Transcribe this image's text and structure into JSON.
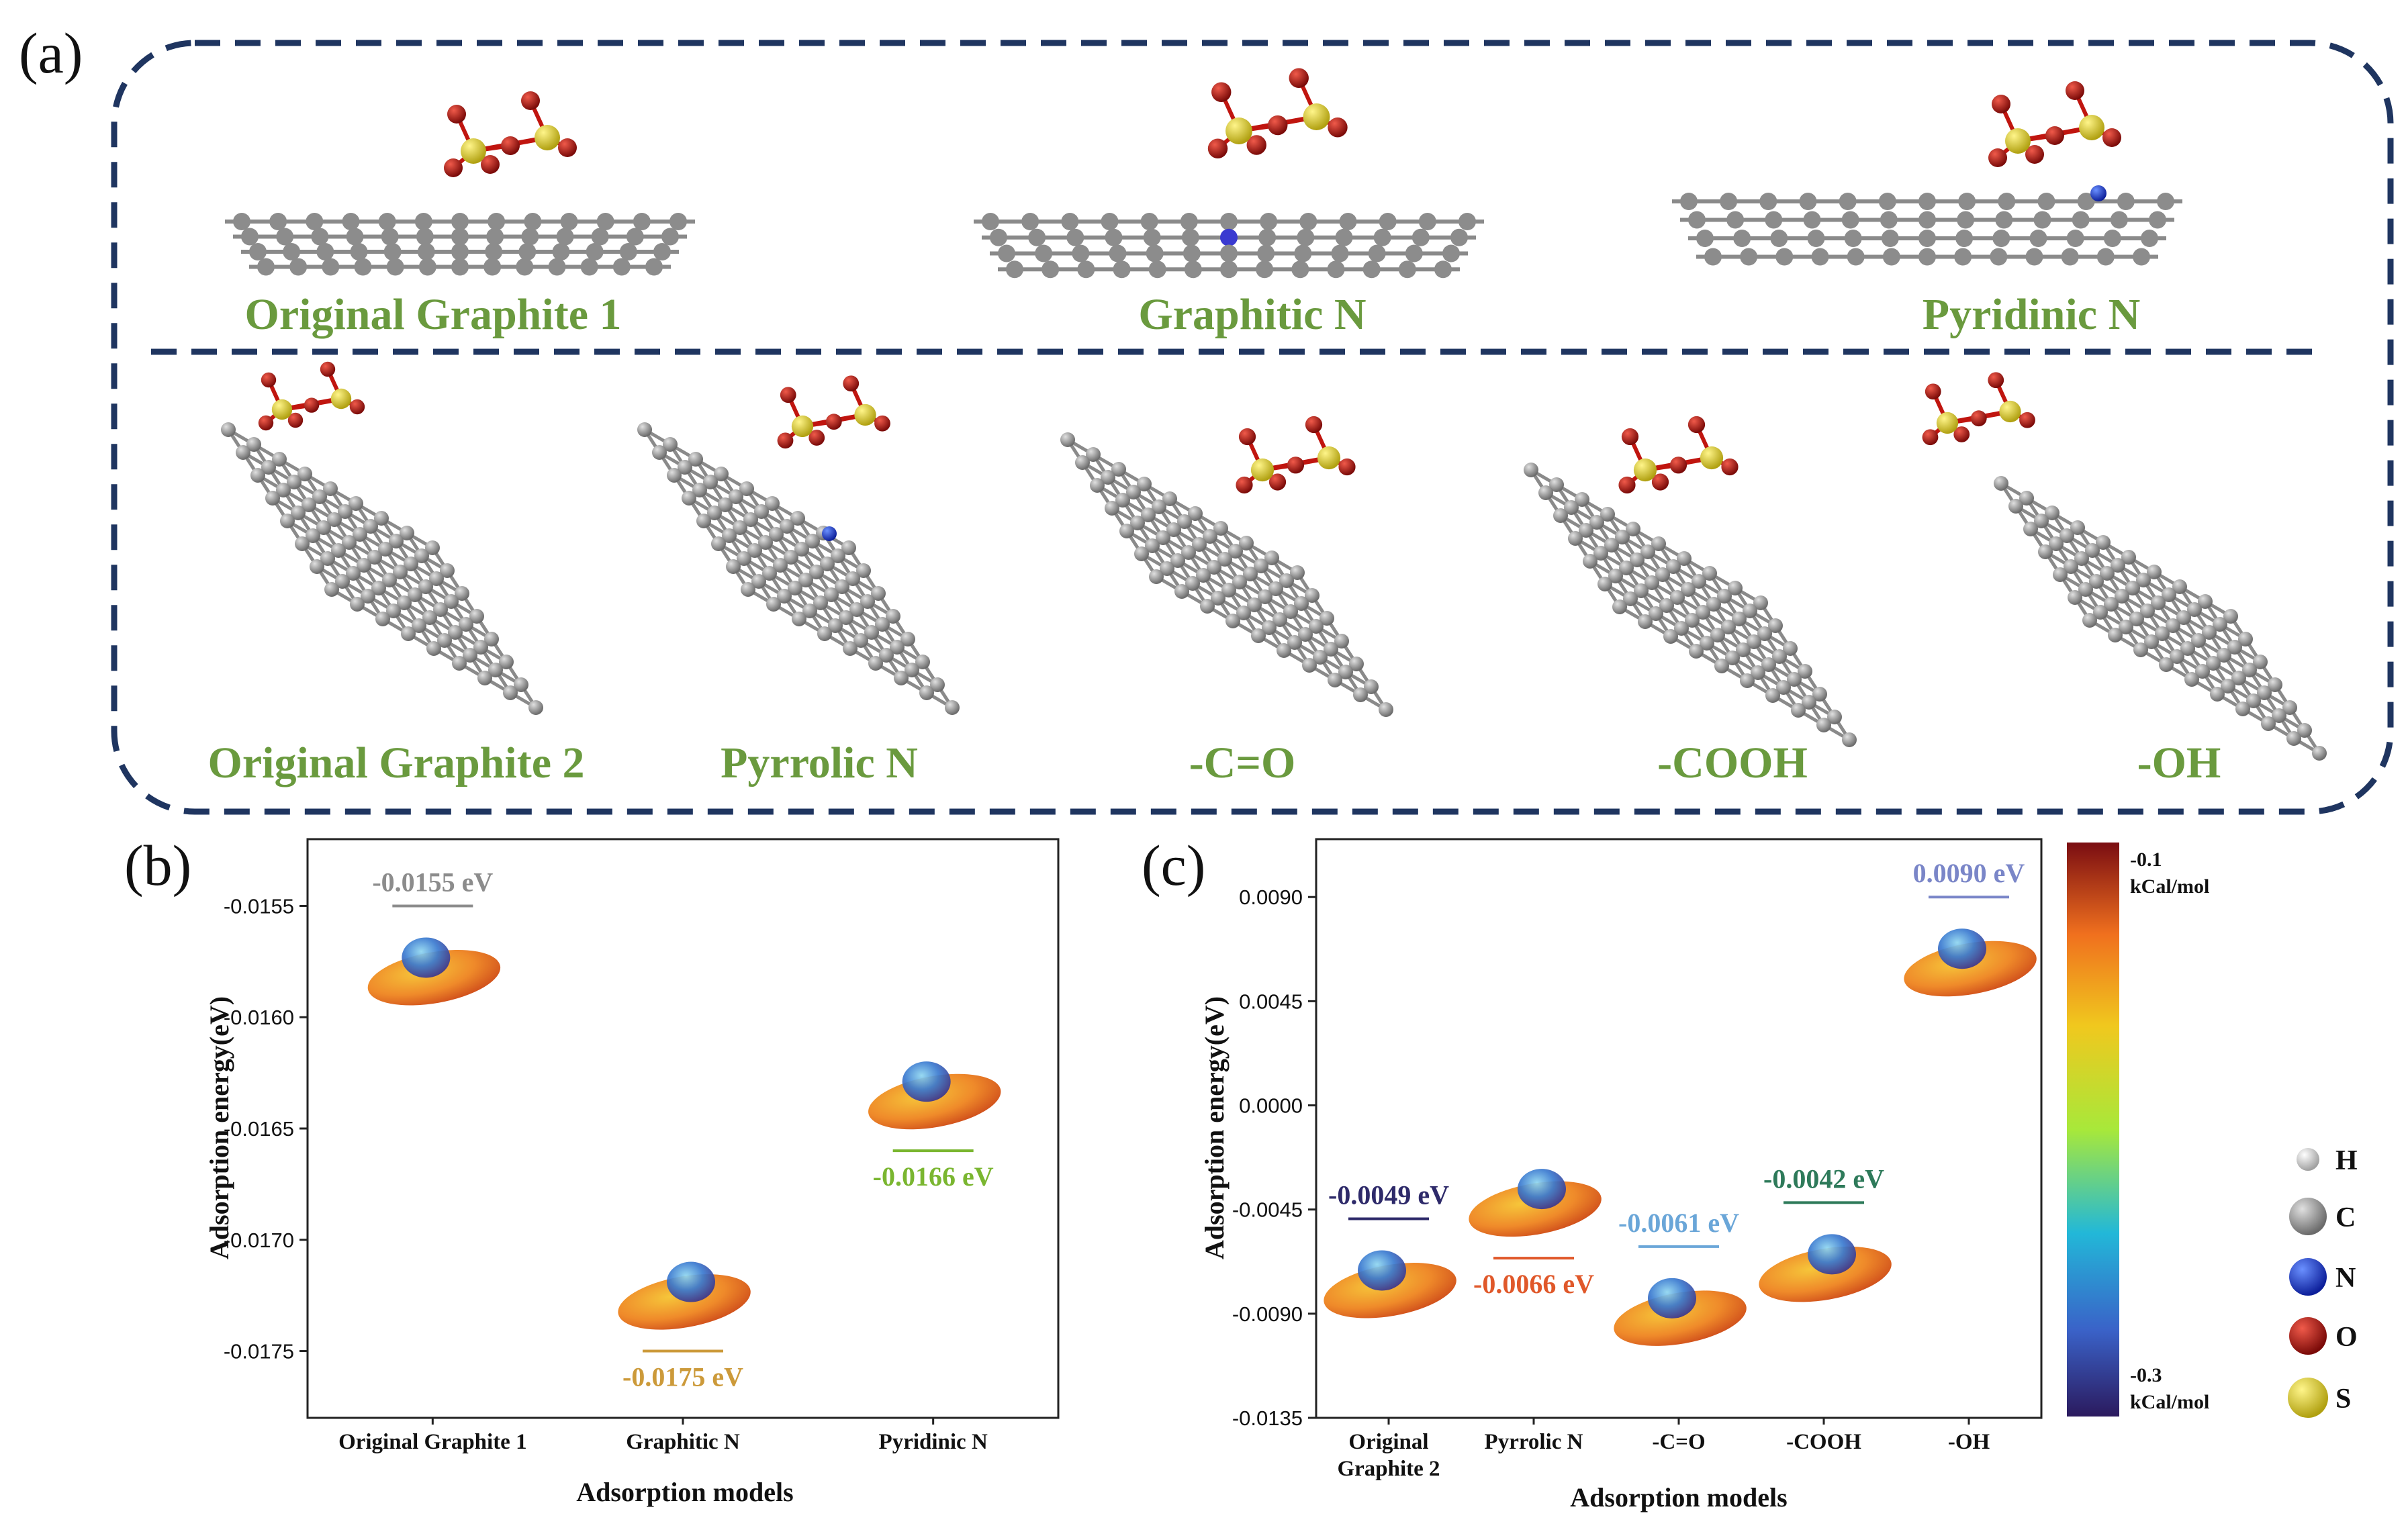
{
  "panels": {
    "a": {
      "letter": "(a)"
    },
    "b": {
      "letter": "(b)"
    },
    "c": {
      "letter": "(c)"
    }
  },
  "models": {
    "top": [
      "Original Graphite 1",
      "Graphitic N",
      "Pyridinic N"
    ],
    "bottom": [
      "Original Graphite 2",
      "Pyrrolic N",
      "-C=O",
      "-COOH",
      "-OH"
    ]
  },
  "colorbar": {
    "max_label": "-0.1",
    "max_unit": "kCal/mol",
    "min_label": "-0.3",
    "min_unit": "kCal/mol"
  },
  "atom_legend": [
    {
      "symbol": "H",
      "color": "#d8d8d8"
    },
    {
      "symbol": "C",
      "color": "#9a9a9a"
    },
    {
      "symbol": "N",
      "color": "#1f3fd0"
    },
    {
      "symbol": "O",
      "color": "#c0150f"
    },
    {
      "symbol": "S",
      "color": "#e0d21c"
    }
  ],
  "chart_data": [
    {
      "type": "scatter",
      "panel": "b",
      "xlabel": "Adsorption models",
      "ylabel": "Adsorption energy(eV)",
      "categories": [
        "Original Graphite 1",
        "Graphitic N",
        "Pyridinic N"
      ],
      "values": [
        -0.0155,
        -0.0175,
        -0.0166
      ],
      "value_labels": [
        "-0.0155 eV",
        "-0.0175 eV",
        "-0.0166 eV"
      ],
      "label_colors": [
        "#8c8c8c",
        "#cc9a3a",
        "#7ab630"
      ],
      "ylim": [
        -0.0178,
        -0.0152
      ],
      "yticks": [
        "-0.0155",
        "-0.0160",
        "-0.0165",
        "-0.0170",
        "-0.0175"
      ]
    },
    {
      "type": "scatter",
      "panel": "c",
      "xlabel": "Adsorption models",
      "ylabel": "Adsorption energy(eV)",
      "categories": [
        "Original Graphite 2",
        "Pyrrolic N",
        "-C=O",
        "-COOH",
        "-OH"
      ],
      "values": [
        -0.0049,
        -0.0066,
        -0.0061,
        -0.0042,
        0.009
      ],
      "value_labels": [
        "-0.0049 eV",
        "-0.0066 eV",
        "-0.0061 eV",
        "-0.0042 eV",
        "0.0090 eV"
      ],
      "label_colors": [
        "#2e2a6a",
        "#e0582a",
        "#6aa6d8",
        "#2e7a5a",
        "#7a86c8"
      ],
      "ylim": [
        -0.0135,
        0.0115
      ],
      "yticks": [
        "0.0090",
        "0.0045",
        "0.0000",
        "-0.0045",
        "-0.0090",
        "-0.0135"
      ]
    }
  ]
}
